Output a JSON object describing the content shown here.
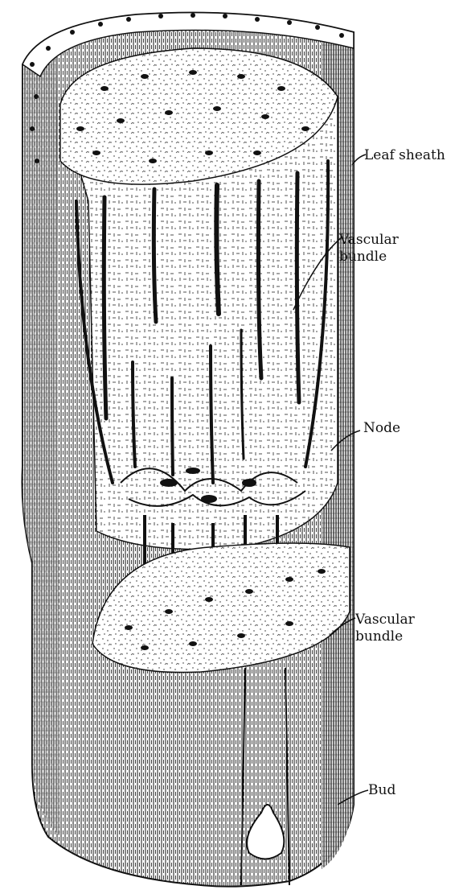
{
  "labels": {
    "leaf_sheath": "Leaf sheath",
    "vascular_bundle_upper": "Vascular\nbundle",
    "node": "Node",
    "vascular_bundle_lower": "Vascular\nbundle",
    "bud": "Bud"
  },
  "colors": {
    "ink": "#111111",
    "paper": "#ffffff"
  }
}
